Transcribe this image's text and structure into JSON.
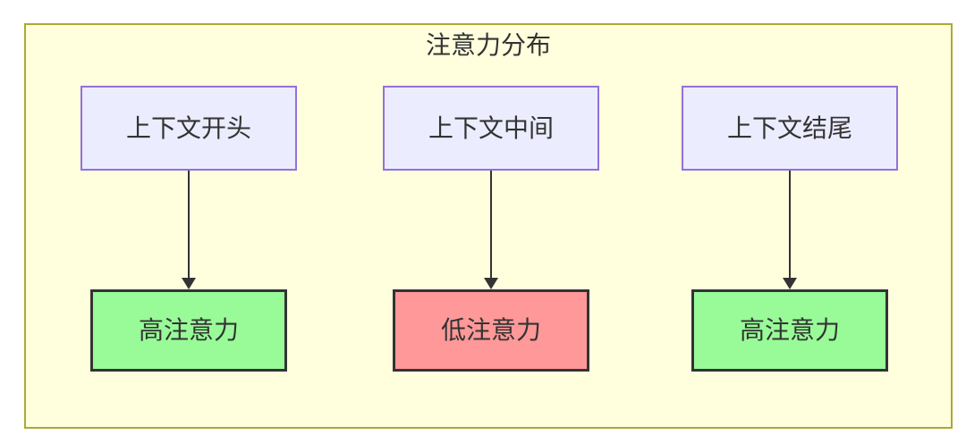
{
  "diagram": {
    "title": "注意力分布",
    "columns": [
      {
        "source": "上下文开头",
        "result": "高注意力",
        "level": "high"
      },
      {
        "source": "上下文中间",
        "result": "低注意力",
        "level": "low"
      },
      {
        "source": "上下文结尾",
        "result": "高注意力",
        "level": "high"
      }
    ],
    "colors": {
      "canvas_bg": "#ffffff",
      "panel_fill": "#ffffde",
      "panel_border": "#aaaa33",
      "source_fill": "#ececff",
      "source_border": "#9370db",
      "high_attention_fill": "#98fb98",
      "low_attention_fill": "#ff9898",
      "result_border": "#333333",
      "arrow": "#333333",
      "text": "#333333"
    }
  }
}
